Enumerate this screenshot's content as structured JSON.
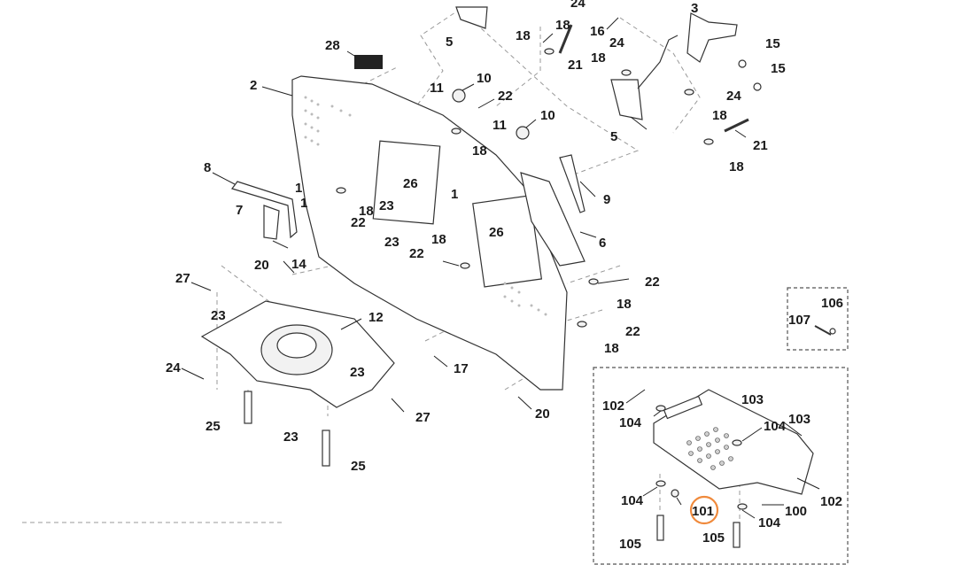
{
  "callouts": [
    {
      "id": "c24a",
      "label": "24"
    },
    {
      "id": "c3",
      "label": "3"
    },
    {
      "id": "c18a",
      "label": "18"
    },
    {
      "id": "c16",
      "label": "16"
    },
    {
      "id": "c5a",
      "label": "5"
    },
    {
      "id": "c18b",
      "label": "18"
    },
    {
      "id": "c24b",
      "label": "24"
    },
    {
      "id": "c15a",
      "label": "15"
    },
    {
      "id": "c28",
      "label": "28"
    },
    {
      "id": "c21a",
      "label": "21"
    },
    {
      "id": "c18c",
      "label": "18"
    },
    {
      "id": "c15b",
      "label": "15"
    },
    {
      "id": "c10a",
      "label": "10"
    },
    {
      "id": "c2",
      "label": "2"
    },
    {
      "id": "c11a",
      "label": "11"
    },
    {
      "id": "c22a",
      "label": "22"
    },
    {
      "id": "c24c",
      "label": "24"
    },
    {
      "id": "c11b",
      "label": "11"
    },
    {
      "id": "c10b",
      "label": "10"
    },
    {
      "id": "c18d",
      "label": "18"
    },
    {
      "id": "c18e",
      "label": "18"
    },
    {
      "id": "c5b",
      "label": "5"
    },
    {
      "id": "c21b",
      "label": "21"
    },
    {
      "id": "c18f",
      "label": "18"
    },
    {
      "id": "c8",
      "label": "8"
    },
    {
      "id": "c9",
      "label": "9"
    },
    {
      "id": "c1a",
      "label": "1"
    },
    {
      "id": "c26a",
      "label": "26"
    },
    {
      "id": "c1b",
      "label": "1"
    },
    {
      "id": "c1c",
      "label": "1"
    },
    {
      "id": "c7",
      "label": "7"
    },
    {
      "id": "c18g",
      "label": "18"
    },
    {
      "id": "c23a",
      "label": "23"
    },
    {
      "id": "c22b",
      "label": "22"
    },
    {
      "id": "c6",
      "label": "6"
    },
    {
      "id": "c26b",
      "label": "26"
    },
    {
      "id": "c23b",
      "label": "23"
    },
    {
      "id": "c18h",
      "label": "18"
    },
    {
      "id": "c14",
      "label": "14"
    },
    {
      "id": "c22c",
      "label": "22"
    },
    {
      "id": "c20a",
      "label": "20"
    },
    {
      "id": "c22d",
      "label": "22"
    },
    {
      "id": "c27a",
      "label": "27"
    },
    {
      "id": "c18i",
      "label": "18"
    },
    {
      "id": "c106",
      "label": "106"
    },
    {
      "id": "c23c",
      "label": "23"
    },
    {
      "id": "c12",
      "label": "12"
    },
    {
      "id": "c107",
      "label": "107"
    },
    {
      "id": "c22e",
      "label": "22"
    },
    {
      "id": "c18j",
      "label": "18"
    },
    {
      "id": "c24d",
      "label": "24"
    },
    {
      "id": "c17",
      "label": "17"
    },
    {
      "id": "c23d",
      "label": "23"
    },
    {
      "id": "c102a",
      "label": "102"
    },
    {
      "id": "c103a",
      "label": "103"
    },
    {
      "id": "c27b",
      "label": "27"
    },
    {
      "id": "c104a",
      "label": "104"
    },
    {
      "id": "c20b",
      "label": "20"
    },
    {
      "id": "c25a",
      "label": "25"
    },
    {
      "id": "c103b",
      "label": "103"
    },
    {
      "id": "c104b",
      "label": "104"
    },
    {
      "id": "c23e",
      "label": "23"
    },
    {
      "id": "c25b",
      "label": "25"
    },
    {
      "id": "c104c",
      "label": "104"
    },
    {
      "id": "c102b",
      "label": "102"
    },
    {
      "id": "c100",
      "label": "100"
    },
    {
      "id": "c101",
      "label": "101",
      "highlighted": true
    },
    {
      "id": "c104d",
      "label": "104"
    },
    {
      "id": "c105a",
      "label": "105"
    },
    {
      "id": "c105b",
      "label": "105"
    }
  ],
  "colors": {
    "highlight": "#f08a3c",
    "line": "#333333",
    "background": "#ffffff"
  }
}
